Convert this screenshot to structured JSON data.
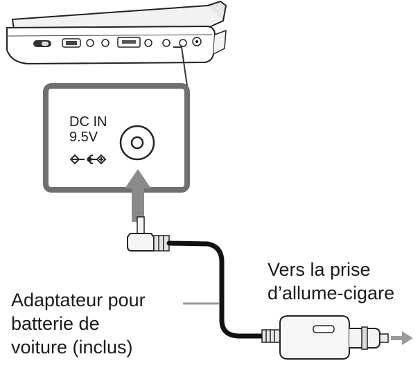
{
  "panel": {
    "dc_in_label": "DC IN",
    "voltage_label": "9.5V"
  },
  "captions": {
    "right_line1": "Vers la prise",
    "right_line2": "d’allume-cigare",
    "left_line1": "Adaptateur pour",
    "left_line2": "batterie de",
    "left_line3": "voiture (inclus)"
  },
  "icons": {
    "dc_polarity": "dc-polarity-icon",
    "dc_jack": "dc-in-jack-icon",
    "insert_arrow": "up-arrow-icon",
    "outlet_arrow": "right-arrow-icon"
  }
}
